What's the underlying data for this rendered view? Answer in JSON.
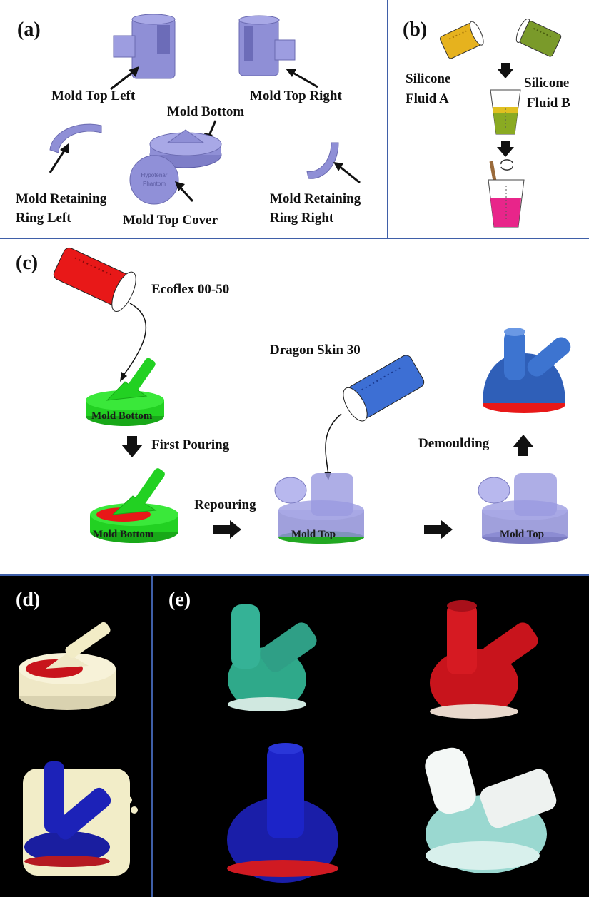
{
  "panels": {
    "a": {
      "label": "(a)",
      "mold_top_left": "Mold Top Left",
      "mold_top_right": "Mold Top Right",
      "mold_bottom": "Mold Bottom",
      "retaining_left_1": "Mold Retaining",
      "retaining_left_2": "Ring Left",
      "mold_top_cover": "Mold Top Cover",
      "retaining_right_1": "Mold Retaining",
      "retaining_right_2": "Ring Right",
      "cover_engraving_1": "Hypotenar",
      "cover_engraving_2": "Phantom"
    },
    "b": {
      "label": "(b)",
      "fluid_a_1": "Silicone",
      "fluid_a_2": "Fluid A",
      "fluid_b_1": "Silicone",
      "fluid_b_2": "Fluid B"
    },
    "c": {
      "label": "(c)",
      "ecoflex": "Ecoflex 00-50",
      "dragon_skin": "Dragon Skin 30",
      "mold_bottom_1": "Mold Bottom",
      "mold_bottom_2": "Mold Bottom",
      "first_pouring": "First Pouring",
      "repouring": "Repouring",
      "mold_top_1": "Mold Top",
      "mold_top_2": "Mold Top",
      "demoulding": "Demoulding"
    },
    "d": {
      "label": "(d)"
    },
    "e": {
      "label": "(e)"
    }
  },
  "colors": {
    "mold_purple": "#8f8fd6",
    "silicone_yellow": "#e6b21e",
    "silicone_green": "#7a9a2a",
    "mix_pink": "#e8258a",
    "ecoflex_red": "#e81818",
    "dragon_blue": "#3d6fd4",
    "mold_green": "#22d122",
    "divider_blue": "#3f5fa8"
  }
}
